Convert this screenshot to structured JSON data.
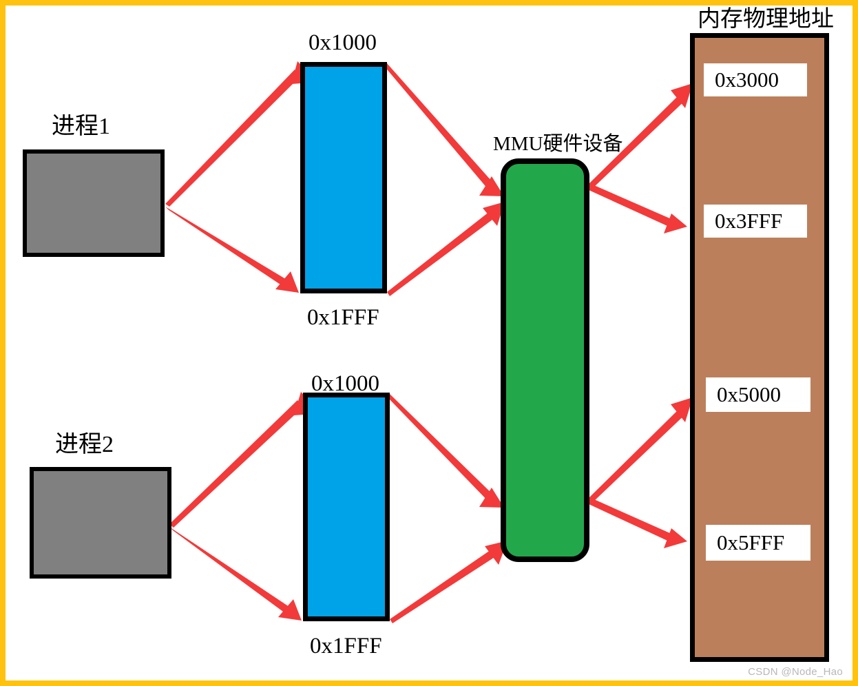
{
  "diagram": {
    "title_memory": "内存物理地址",
    "mmu_label": "MMU硬件设备",
    "watermark": "CSDN @Node_Hao",
    "colors": {
      "frame": "#FFC20E",
      "process": "#808080",
      "virtual": "#00A2E8",
      "mmu": "#22A84B",
      "memory": "#BC7F5B",
      "arrow": "#F23A3A",
      "outline": "#000000",
      "chip": "#FFFFFF"
    }
  },
  "processes": [
    {
      "label": "进程1"
    },
    {
      "label": "进程2"
    }
  ],
  "virtual_blocks": [
    {
      "top_label": "0x1000",
      "bottom_label": "0x1FFF"
    },
    {
      "top_label": "0x1000",
      "bottom_label": "0x1FFF"
    }
  ],
  "memory_chips": [
    {
      "label": "0x3000"
    },
    {
      "label": "0x3FFF"
    },
    {
      "label": "0x5000"
    },
    {
      "label": "0x5FFF"
    }
  ]
}
